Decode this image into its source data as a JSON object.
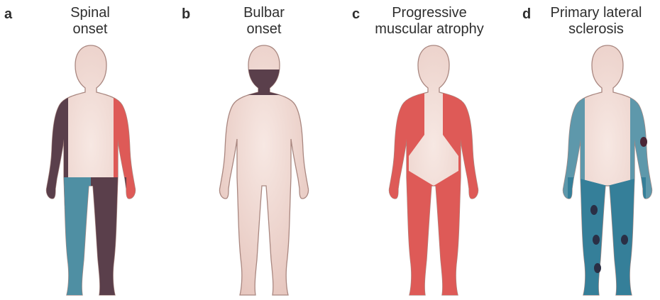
{
  "panels": [
    {
      "letter": "a",
      "title_lines": [
        "Spinal",
        "onset"
      ]
    },
    {
      "letter": "b",
      "title_lines": [
        "Bulbar",
        "onset"
      ]
    },
    {
      "letter": "c",
      "title_lines": [
        "Progressive",
        "muscular atrophy"
      ]
    },
    {
      "letter": "d",
      "title_lines": [
        "Primary lateral",
        "sclerosis"
      ]
    }
  ],
  "colors": {
    "skin": "#edd3cc",
    "skin_outline": "#a98780",
    "dark_plum": "#5a3f4b",
    "salmon_red": "#de5a57",
    "teal_blue": "#4f8fa3",
    "deep_teal": "#357f99",
    "lesion": "#2a2f45"
  }
}
